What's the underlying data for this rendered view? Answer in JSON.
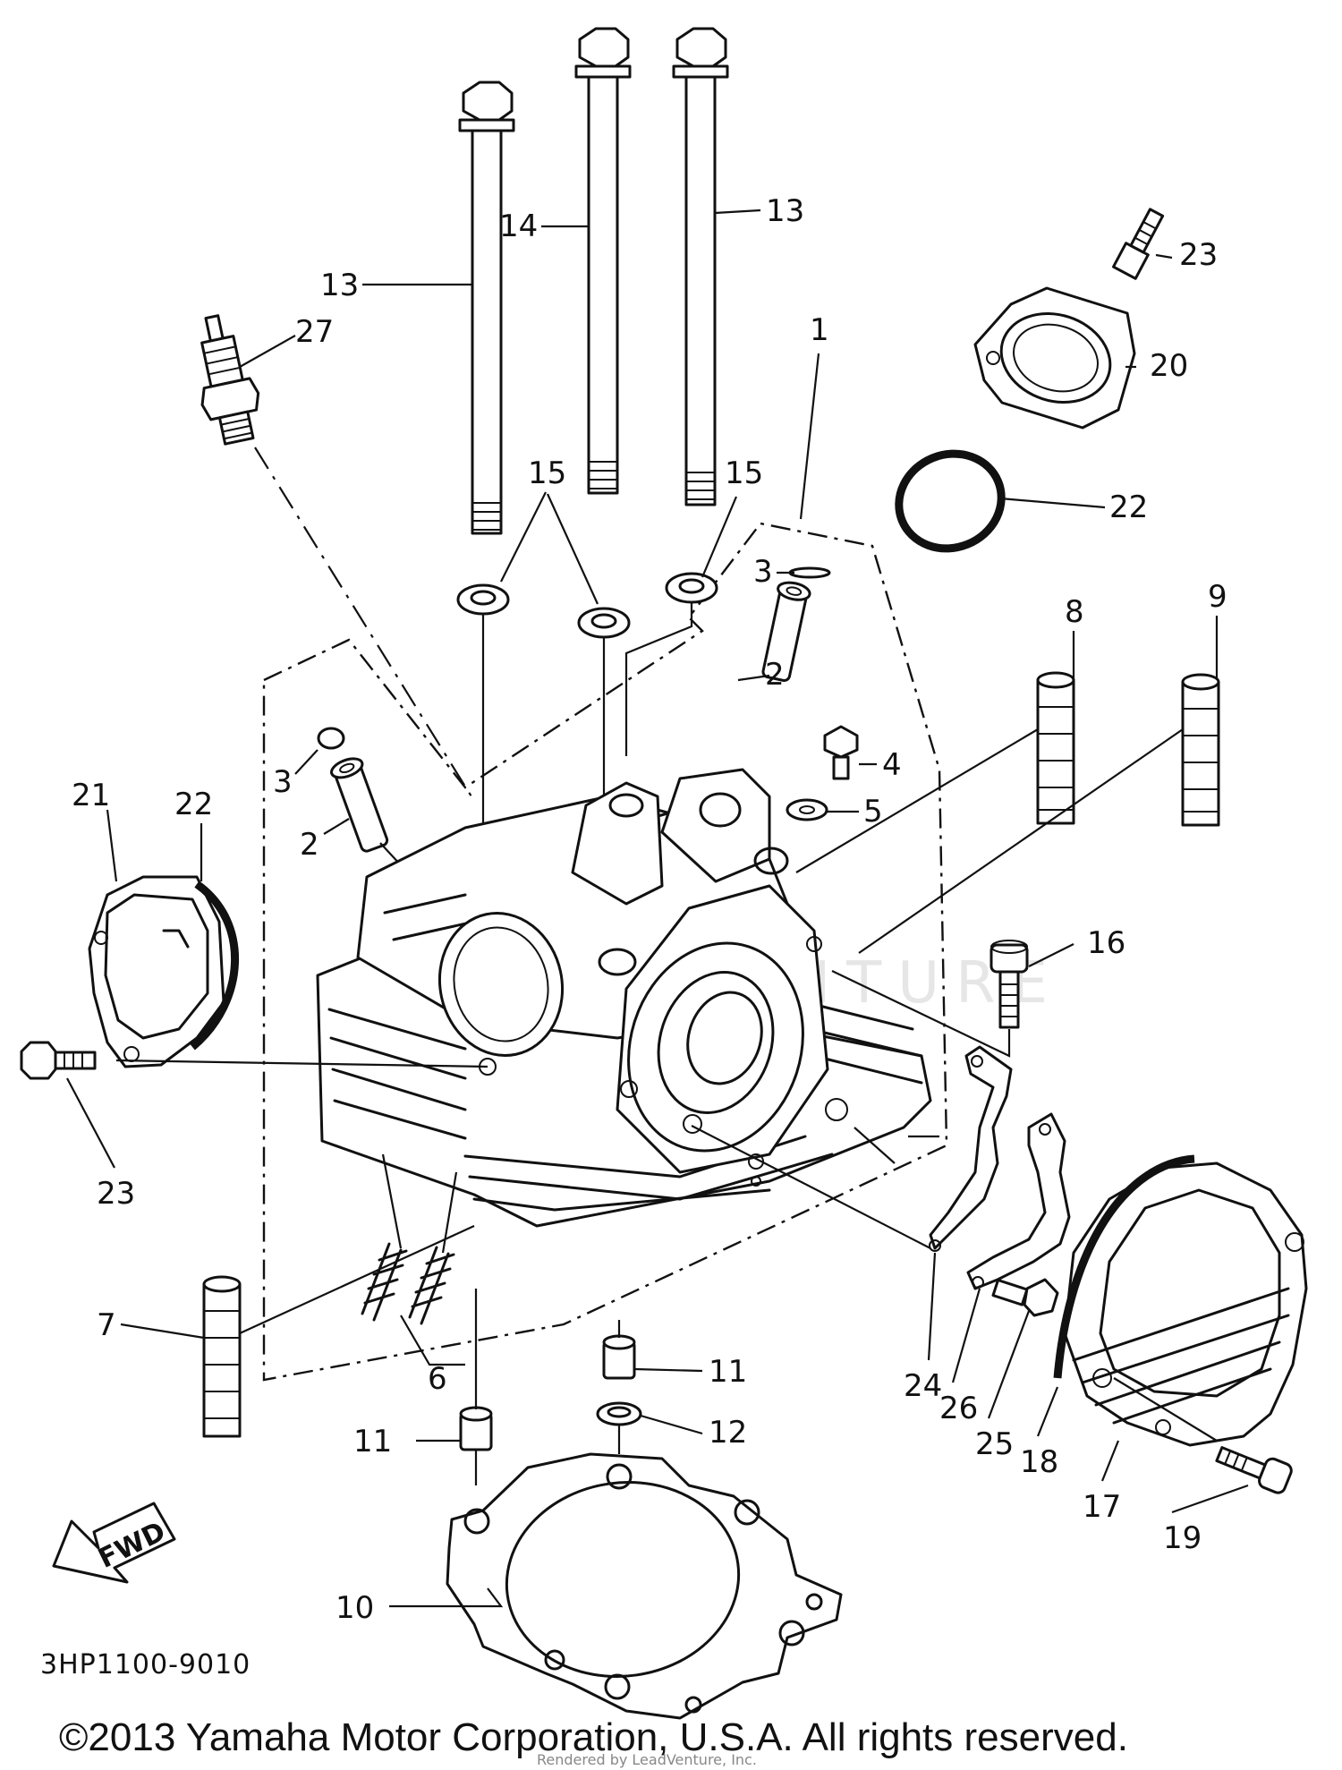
{
  "diagram": {
    "drawing_code": "3HP1100-9010",
    "copyright": "©2013 Yamaha Motor Corporation, U.S.A. All rights reserved.",
    "watermark": "Rendered by LeadVenture, Inc.",
    "forward_label": "FWD",
    "callouts": {
      "c1": "1",
      "c2a": "2",
      "c2b": "2",
      "c3a": "3",
      "c3b": "3",
      "c4": "4",
      "c5": "5",
      "c6": "6",
      "c7": "7",
      "c8": "8",
      "c9": "9",
      "c10": "10",
      "c11a": "11",
      "c11b": "11",
      "c12": "12",
      "c13a": "13",
      "c13b": "13",
      "c14": "14",
      "c15a": "15",
      "c15b": "15",
      "c16": "16",
      "c17": "17",
      "c18": "18",
      "c19": "19",
      "c20": "20",
      "c21": "21",
      "c22a": "22",
      "c22b": "22",
      "c23a": "23",
      "c23b": "23",
      "c24": "24",
      "c25": "25",
      "c26": "26",
      "c27": "27"
    }
  }
}
